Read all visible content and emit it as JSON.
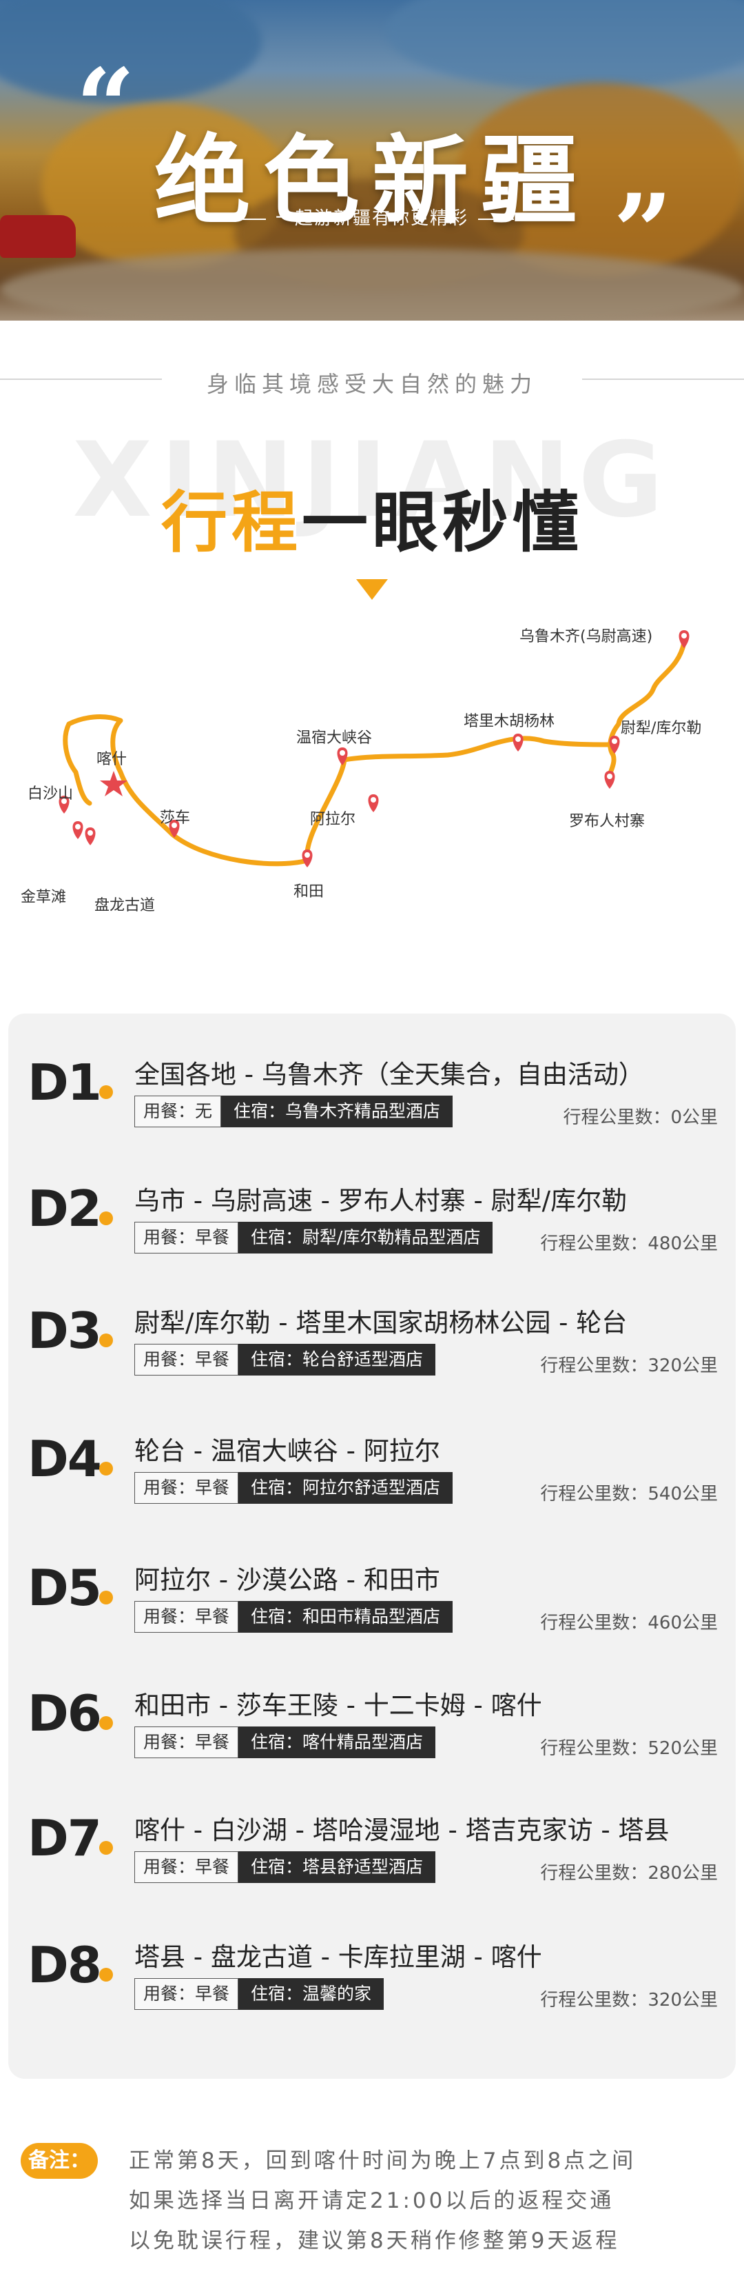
{
  "hero": {
    "title": "绝色新疆",
    "subtitle": "一起游新疆有你更精彩",
    "open_quote": "“",
    "close_quote": "”"
  },
  "tagline": "身临其境感受大自然的魅力",
  "bg_text": "XINJIANG",
  "heading": {
    "highlight": "行程",
    "rest": "一眼秒懂"
  },
  "map_labels": {
    "urumqi": "乌鲁木齐(乌尉高速)",
    "tarim": "塔里木胡杨林",
    "yuli": "尉犁/库尔勒",
    "lop": "罗布人村寨",
    "wensu": "温宿大峡谷",
    "aksu": "阿拉尔",
    "kashgar": "喀什",
    "baisha": "白沙山",
    "shache": "莎车",
    "jincao": "金草滩",
    "panlong": "盘龙古道",
    "hetian": "和田"
  },
  "days": [
    {
      "label": "D1",
      "route": "全国各地 - 乌鲁木齐（全天集合，自由活动）",
      "meal": "用餐：无",
      "hotel": "住宿：乌鲁木齐精品型酒店",
      "distance": "行程公里数：0公里"
    },
    {
      "label": "D2",
      "route": "乌市 - 乌尉高速 - 罗布人村寨 - 尉犁/库尔勒",
      "meal": "用餐：早餐",
      "hotel": "住宿：尉犁/库尔勒精品型酒店",
      "distance": "行程公里数：480公里"
    },
    {
      "label": "D3",
      "route": "尉犁/库尔勒 - 塔里木国家胡杨林公园 - 轮台",
      "meal": "用餐：早餐",
      "hotel": "住宿：轮台舒适型酒店",
      "distance": "行程公里数：320公里"
    },
    {
      "label": "D4",
      "route": "轮台 - 温宿大峡谷 - 阿拉尔",
      "meal": "用餐：早餐",
      "hotel": "住宿：阿拉尔舒适型酒店",
      "distance": "行程公里数：540公里"
    },
    {
      "label": "D5",
      "route": "阿拉尔 - 沙漠公路 - 和田市",
      "meal": "用餐：早餐",
      "hotel": "住宿：和田市精品型酒店",
      "distance": "行程公里数：460公里"
    },
    {
      "label": "D6",
      "route": "和田市 - 莎车王陵 - 十二卡姆 - 喀什",
      "meal": "用餐：早餐",
      "hotel": "住宿：喀什精品型酒店",
      "distance": "行程公里数：520公里"
    },
    {
      "label": "D7",
      "route": "喀什 - 白沙湖 - 塔哈漫湿地 - 塔吉克家访 - 塔县",
      "meal": "用餐：早餐",
      "hotel": "住宿：塔县舒适型酒店",
      "distance": "行程公里数：280公里"
    },
    {
      "label": "D8",
      "route": "塔县 - 盘龙古道 - 卡库拉里湖 - 喀什",
      "meal": "用餐：早餐",
      "hotel": "住宿：温馨的家",
      "distance": "行程公里数：320公里"
    }
  ],
  "note": {
    "badge": "备注：",
    "lines": [
      "正常第8天，回到喀什时间为晚上7点到8点之间",
      "如果选择当日离开请定21:00以后的返程交通",
      "以免耽误行程，建议第8天稍作修整第9天返程"
    ]
  },
  "colors": {
    "accent": "#f4a416",
    "dark": "#222222",
    "hotel_bg": "#2c2c2c",
    "card_bg": "#f2f2f2"
  }
}
